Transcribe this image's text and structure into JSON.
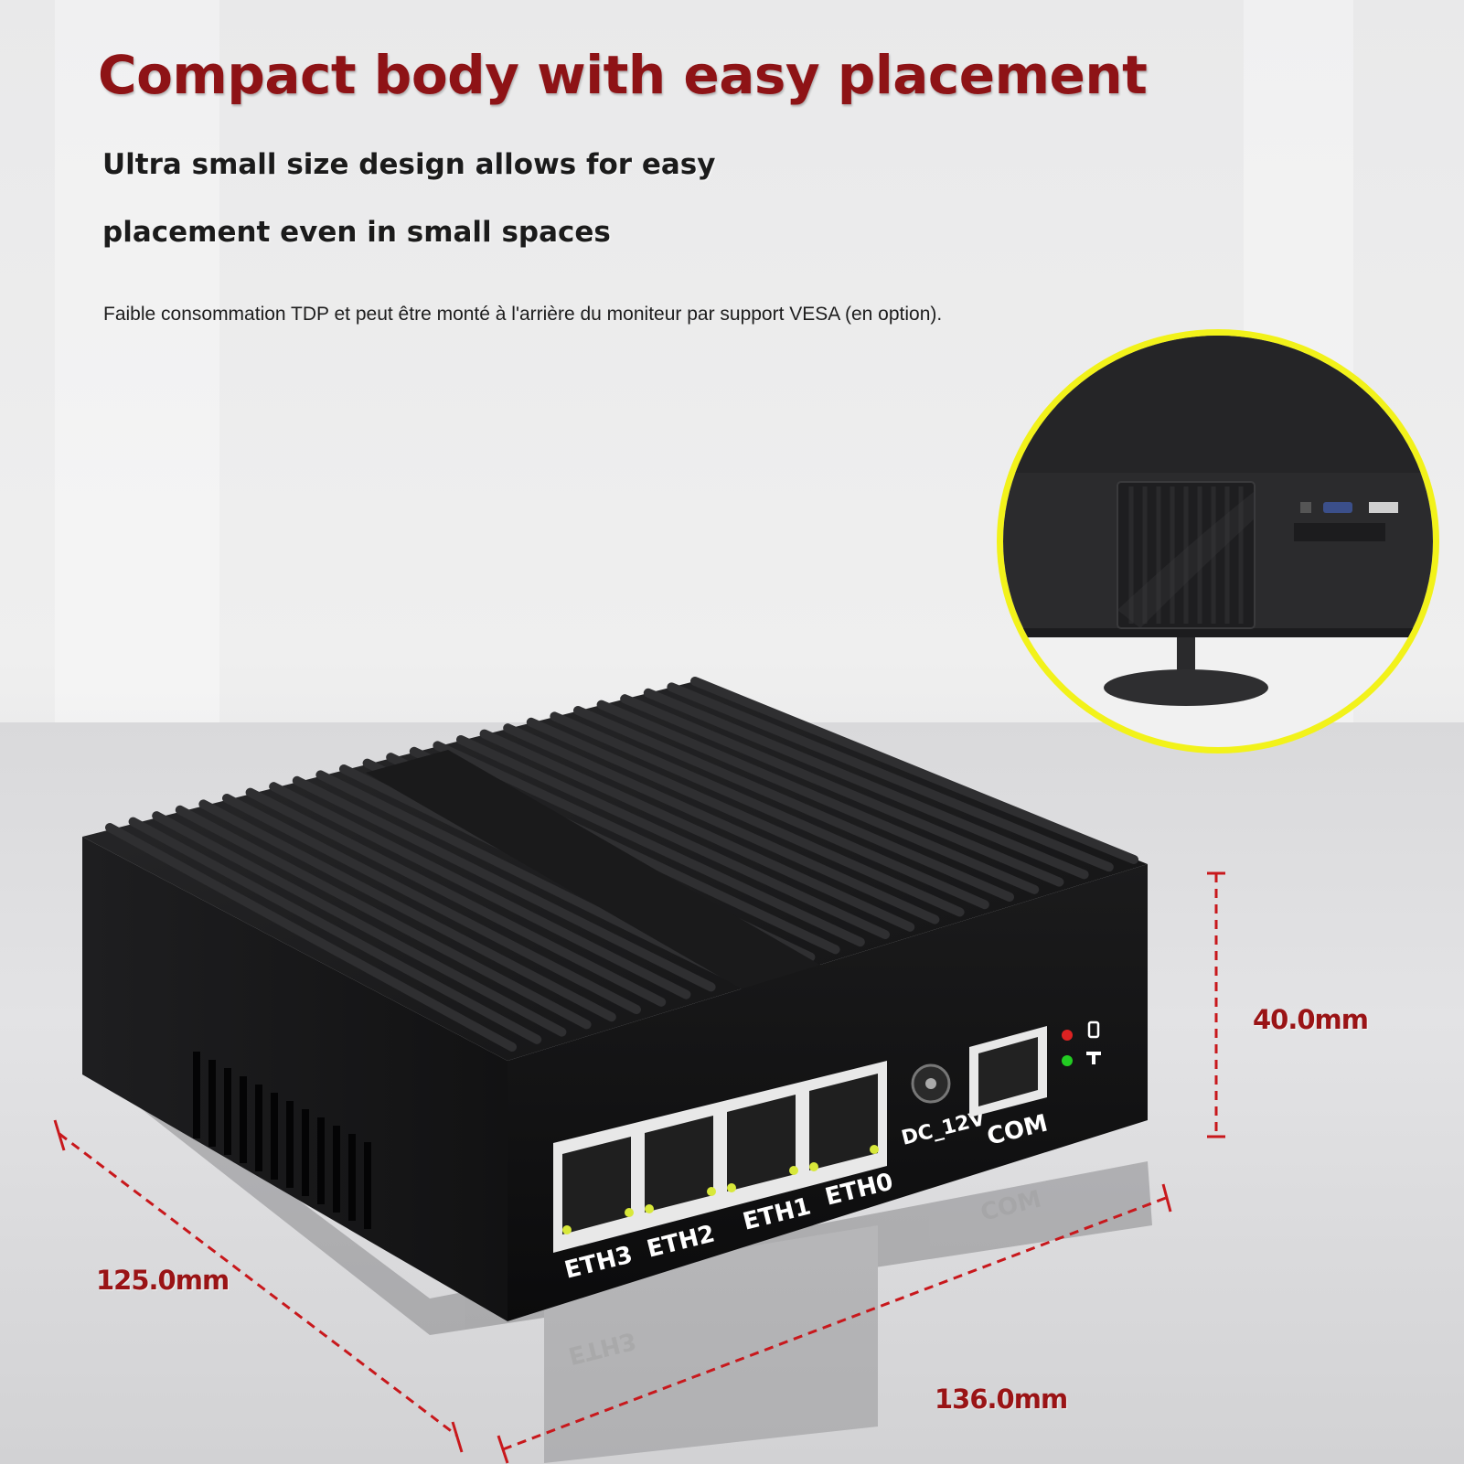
{
  "headline": {
    "title": "Compact body with easy placement",
    "subtitle_line1": "Ultra small size design allows for easy",
    "subtitle_line2": "placement even in small spaces",
    "note": "Faible consommation TDP et peut être monté à l'arrière du moniteur par support VESA (en option)."
  },
  "dimensions": {
    "depth": "125.0mm",
    "width": "136.0mm",
    "height": "40.0mm"
  },
  "ports": {
    "eth3": "ETH3",
    "eth2": "ETH2",
    "eth1": "ETH1",
    "eth0": "ETH0",
    "power": "DC_12V",
    "com": "COM"
  },
  "colors": {
    "title": "#8e1316",
    "dimension_line": "#c8181c",
    "inset_border": "#f2f21a",
    "device_body": "#161616"
  },
  "icons": [
    "power-led-icon",
    "hdd-led-icon",
    "power-button-icon",
    "reset-button-icon"
  ]
}
